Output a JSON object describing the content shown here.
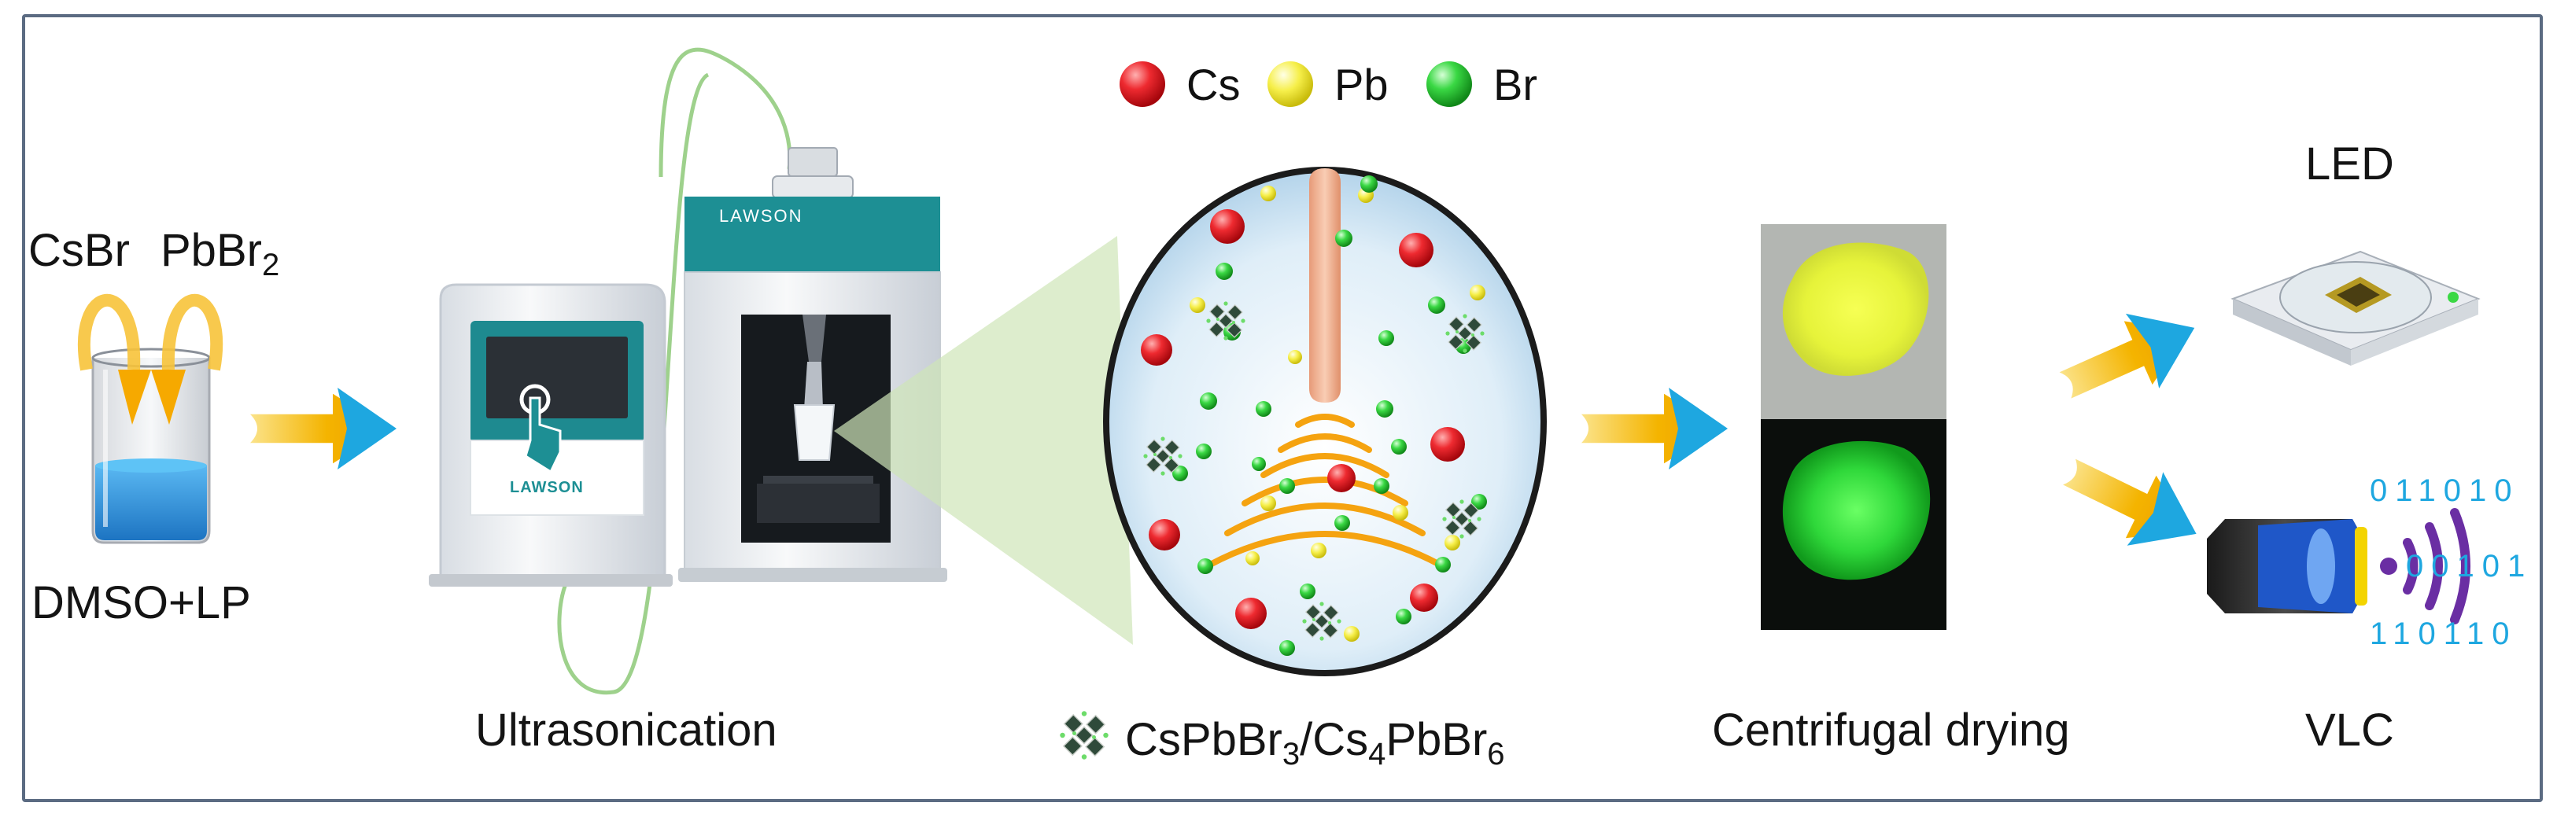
{
  "legend": {
    "cs": "Cs",
    "pb": "Pb",
    "br": "Br"
  },
  "reagents": {
    "csbr": "CsBr",
    "pbbr2_base": "PbBr",
    "pbbr2_sub": "2",
    "solvent": "DMSO+LP"
  },
  "ultrasonicator": {
    "brand_top": "LAWSON",
    "brand_front": "LAWSON"
  },
  "steps": {
    "ultrasonication": "Ultrasonication",
    "centrifugal_drying": "Centrifugal drying"
  },
  "product": {
    "part1": "CsPbBr",
    "sub1": "3",
    "part2": "/Cs",
    "sub2": "4",
    "part3": "PbBr",
    "sub3": "6"
  },
  "applications": {
    "led": "LED",
    "vlc": "VLC",
    "binary_row1": "011010",
    "binary_row2": "00101",
    "binary_row3": "110110"
  },
  "colors": {
    "cs_red": "#e8202a",
    "pb_yellow": "#f4ee3c",
    "br_green": "#38d640",
    "arrow_orange": "#f4b400",
    "arrow_blue": "#1ea7e0",
    "teal": "#1d8f94",
    "frame": "#5b6b82"
  }
}
